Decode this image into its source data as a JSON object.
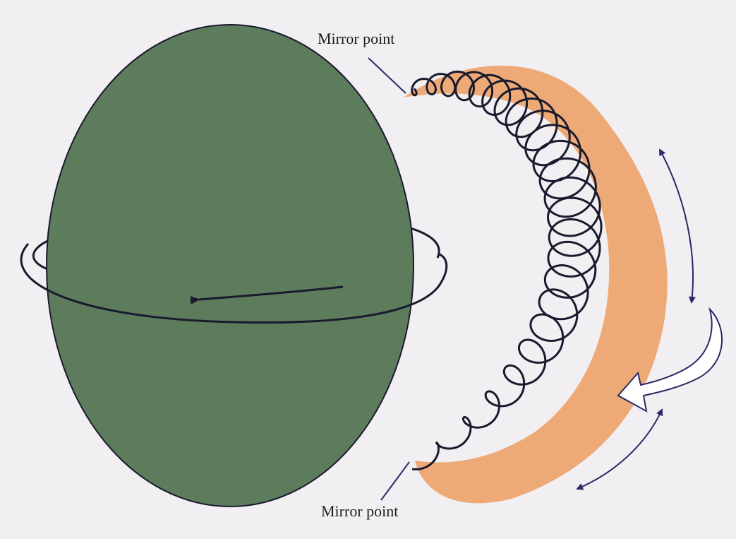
{
  "labels": {
    "mirror_point_top": "Mirror point",
    "mirror_point_bottom": "Mirror point"
  },
  "colors": {
    "background": "#f1eff2",
    "planet": "#5d7c5c",
    "trapped_region": "#eeaa76",
    "particle_path": "#1a1a2e",
    "arrow": "#2a2a66",
    "drift_arrow_fill": "#ffffff"
  },
  "icons": {
    "drift_arrow": "hollow-curved-arrow"
  }
}
